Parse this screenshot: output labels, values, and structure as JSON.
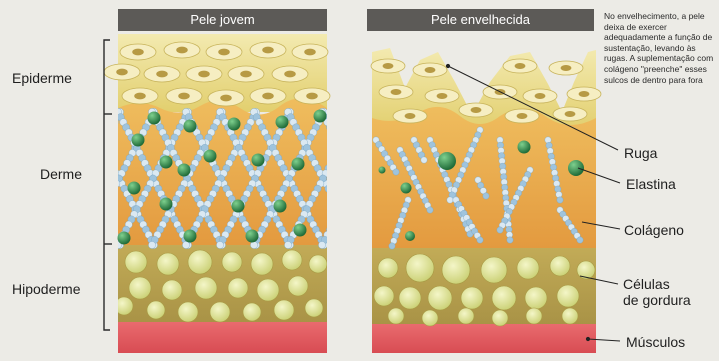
{
  "panels": {
    "young_title": "Pele jovem",
    "old_title": "Pele envelhecida"
  },
  "layers": {
    "epiderme": "Epiderme",
    "derme": "Derme",
    "hipoderme": "Hipoderme"
  },
  "labels": {
    "ruga": "Ruga",
    "elastina": "Elastina",
    "colageno": "Colágeno",
    "celulas_line1": "Células",
    "celulas_line2": "de gordura",
    "musculos": "Músculos"
  },
  "note": "No envelhecimento, a pele deixa de exercer adequadamente a função de sustentação, levando às rugas. A suplementação com colágeno \"preenche\" esses sulcos de dentro para fora",
  "colors": {
    "panel_title_bg": "#5c5a57",
    "epidermis": "#ede29a",
    "dermis": "#e9a548",
    "hypodermis": "#b9a452",
    "fat_cell": "#e6eb9e",
    "muscle": "#e25a5e",
    "elastin": "#2f8a4c",
    "collagen": "#b8d4e6"
  },
  "icons": [
    "skin-cell-icon",
    "elastin-sphere-icon",
    "collagen-fiber-icon",
    "fat-cell-icon"
  ]
}
